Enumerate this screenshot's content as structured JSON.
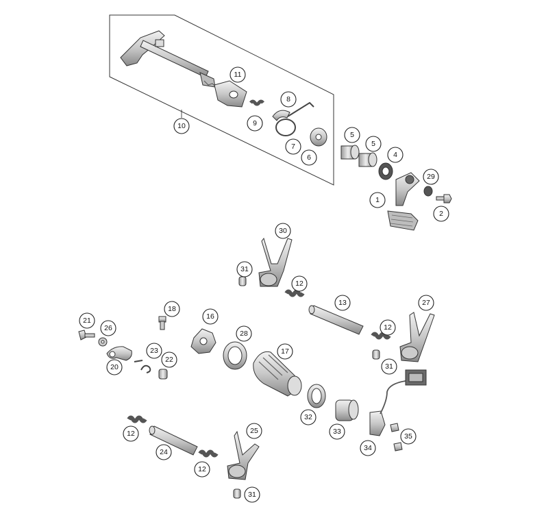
{
  "callouts": [
    {
      "id": "c10",
      "label": "10"
    },
    {
      "id": "c11",
      "label": "11"
    },
    {
      "id": "c8",
      "label": "8"
    },
    {
      "id": "c9",
      "label": "9"
    },
    {
      "id": "c7",
      "label": "7"
    },
    {
      "id": "c6",
      "label": "6"
    },
    {
      "id": "c5a",
      "label": "5"
    },
    {
      "id": "c5b",
      "label": "5"
    },
    {
      "id": "c4",
      "label": "4"
    },
    {
      "id": "c29",
      "label": "29"
    },
    {
      "id": "c1",
      "label": "1"
    },
    {
      "id": "c2",
      "label": "2"
    },
    {
      "id": "c30",
      "label": "30"
    },
    {
      "id": "c31a",
      "label": "31"
    },
    {
      "id": "c12a",
      "label": "12"
    },
    {
      "id": "c13",
      "label": "13"
    },
    {
      "id": "c27",
      "label": "27"
    },
    {
      "id": "c12b",
      "label": "12"
    },
    {
      "id": "c31b",
      "label": "31"
    },
    {
      "id": "c21",
      "label": "21"
    },
    {
      "id": "c26",
      "label": "26"
    },
    {
      "id": "c18",
      "label": "18"
    },
    {
      "id": "c16",
      "label": "16"
    },
    {
      "id": "c28",
      "label": "28"
    },
    {
      "id": "c17",
      "label": "17"
    },
    {
      "id": "c23",
      "label": "23"
    },
    {
      "id": "c22",
      "label": "22"
    },
    {
      "id": "c20",
      "label": "20"
    },
    {
      "id": "c32",
      "label": "32"
    },
    {
      "id": "c33",
      "label": "33"
    },
    {
      "id": "c34",
      "label": "34"
    },
    {
      "id": "c35",
      "label": "35"
    },
    {
      "id": "c12c",
      "label": "12"
    },
    {
      "id": "c24",
      "label": "24"
    },
    {
      "id": "c25",
      "label": "25"
    },
    {
      "id": "c12d",
      "label": "12"
    },
    {
      "id": "c31c",
      "label": "31"
    }
  ]
}
